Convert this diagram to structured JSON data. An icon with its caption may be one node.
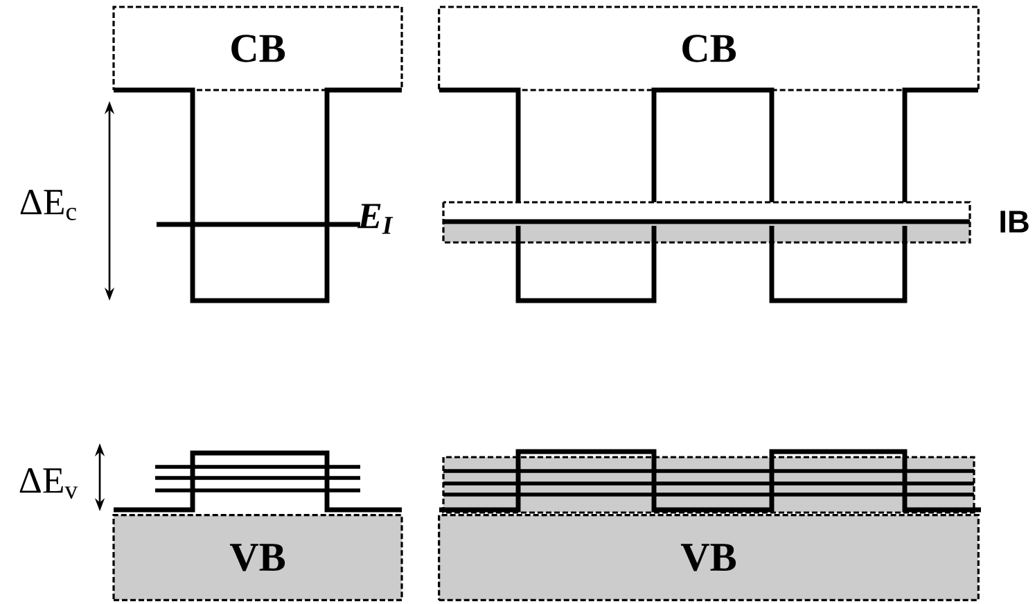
{
  "diagram": {
    "nodes": [
      {
        "text": [
          "CB"
        ]
      },
      {
        "text": [
          "CB"
        ]
      },
      {
        "text": [
          "VB"
        ]
      },
      {
        "text": [
          "VB"
        ]
      }
    ],
    "labels": [
      "ΔE$_{c}$",
      "E$_{I}$",
      "IB",
      "ΔE$_{v}$"
    ]
  }
}
